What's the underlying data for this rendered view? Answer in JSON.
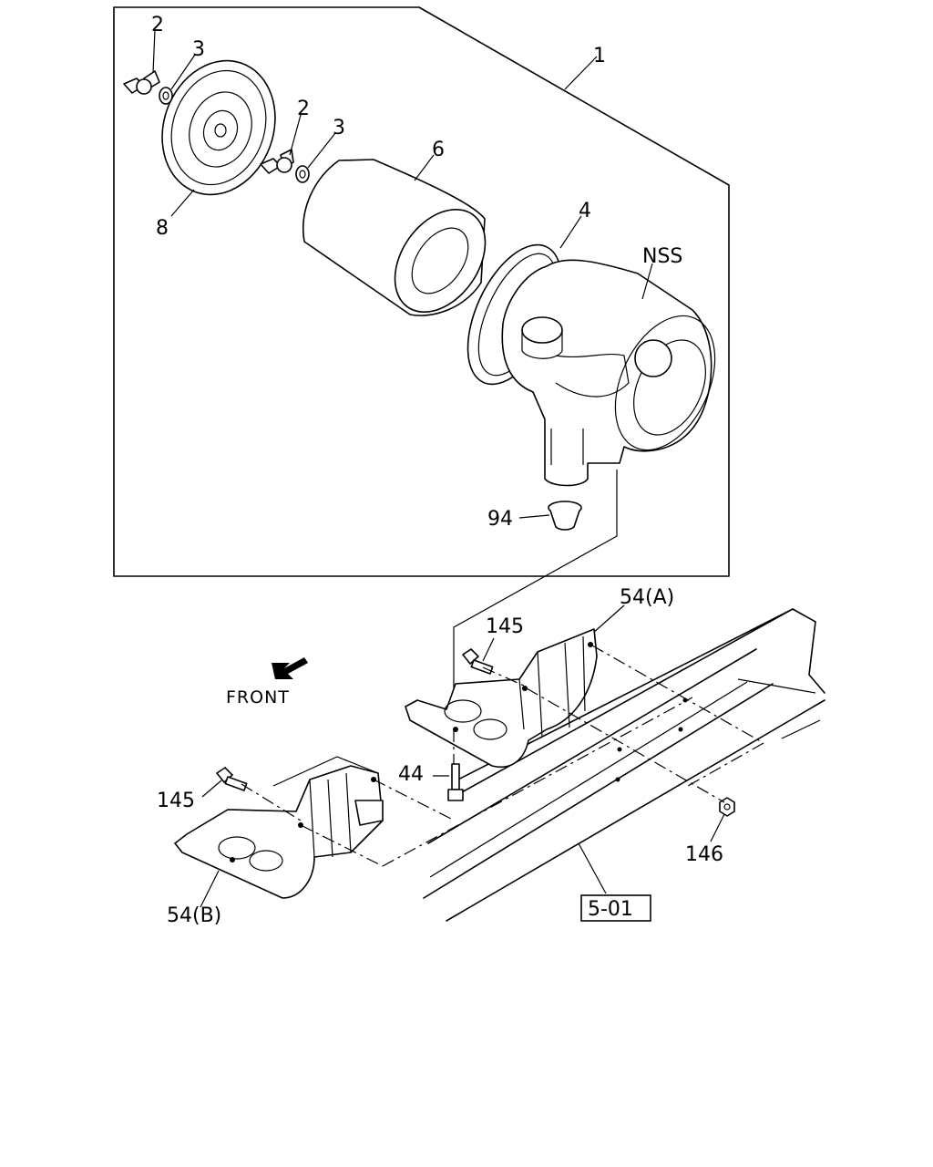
{
  "callouts": {
    "c1": "1",
    "c2a": "2",
    "c2b": "2",
    "c3a": "3",
    "c3b": "3",
    "c4": "4",
    "c6": "6",
    "c8": "8",
    "cNSS": "NSS",
    "c94": "94",
    "c54a": "54(A)",
    "c54b": "54(B)",
    "c145a": "145",
    "c145b": "145",
    "c44": "44",
    "c146": "146",
    "cRef": "5-01"
  },
  "labels": {
    "front": "FRONT"
  },
  "icons": {
    "direction": "front-arrow-icon"
  }
}
